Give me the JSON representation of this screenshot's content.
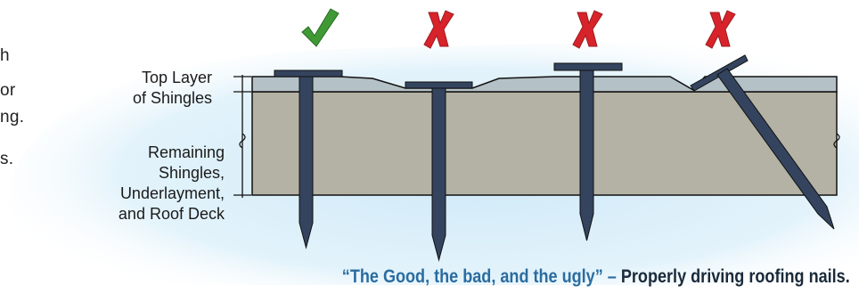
{
  "intro_fragments": [
    "h",
    "or",
    "ng.",
    "s."
  ],
  "labels": {
    "top_layer": [
      "Top Layer",
      "of Shingles"
    ],
    "remaining": [
      "Remaining",
      "Shingles,",
      "Underlayment,",
      "and Roof Deck"
    ]
  },
  "marks": [
    {
      "symbol": "✓",
      "meaning": "correct",
      "color": "#3f9a35"
    },
    {
      "symbol": "✗",
      "meaning": "incorrect",
      "color": "#d8232a"
    },
    {
      "symbol": "✗",
      "meaning": "incorrect",
      "color": "#d8232a"
    },
    {
      "symbol": "✗",
      "meaning": "incorrect",
      "color": "#d8232a"
    }
  ],
  "caption": {
    "quote": "“The Good, the bad, and the ugly”",
    "dash": " – ",
    "rest": "Properly driving roofing nails."
  },
  "colors": {
    "nail": "#34445e",
    "shingle_top": "#b4c1c6",
    "deck": "#b3b2a4",
    "outline": "#111111",
    "background_glow": "#dbeffa"
  },
  "icons": [
    "check-mark-icon",
    "x-mark-icon",
    "nail-icon",
    "break-line-icon"
  ]
}
